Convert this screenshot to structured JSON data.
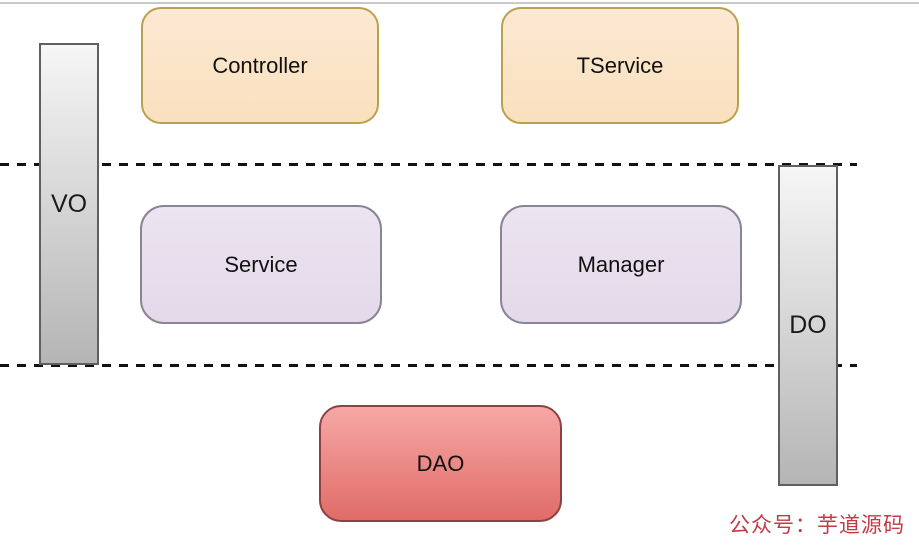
{
  "nodes": {
    "controller": {
      "label": "Controller"
    },
    "tservice": {
      "label": "TService"
    },
    "service": {
      "label": "Service"
    },
    "manager": {
      "label": "Manager"
    },
    "dao": {
      "label": "DAO"
    },
    "vo": {
      "label": "VO"
    },
    "do": {
      "label": "DO"
    }
  },
  "watermark": {
    "text": "公众号：芋道源码"
  },
  "colors": {
    "top_rule_color": "#c9c9c9",
    "dashed_line_color": "#121212",
    "top_box_fill_top": "#fce9d4",
    "top_box_fill_bottom": "#f9e0bd",
    "top_box_border": "#b9a14e",
    "mid_box_fill_top": "#ece4f1",
    "mid_box_fill_bottom": "#e4d9ea",
    "mid_box_border": "#8a8494",
    "dao_fill_top": "#f6a8a5",
    "dao_fill_bottom": "#e06c68",
    "dao_border": "#8c4242",
    "bar_fill_top": "#f6f6f6",
    "bar_fill_bottom": "#b5b5b5",
    "bar_border": "#5f5f5f",
    "watermark_color": "#c23a45"
  }
}
